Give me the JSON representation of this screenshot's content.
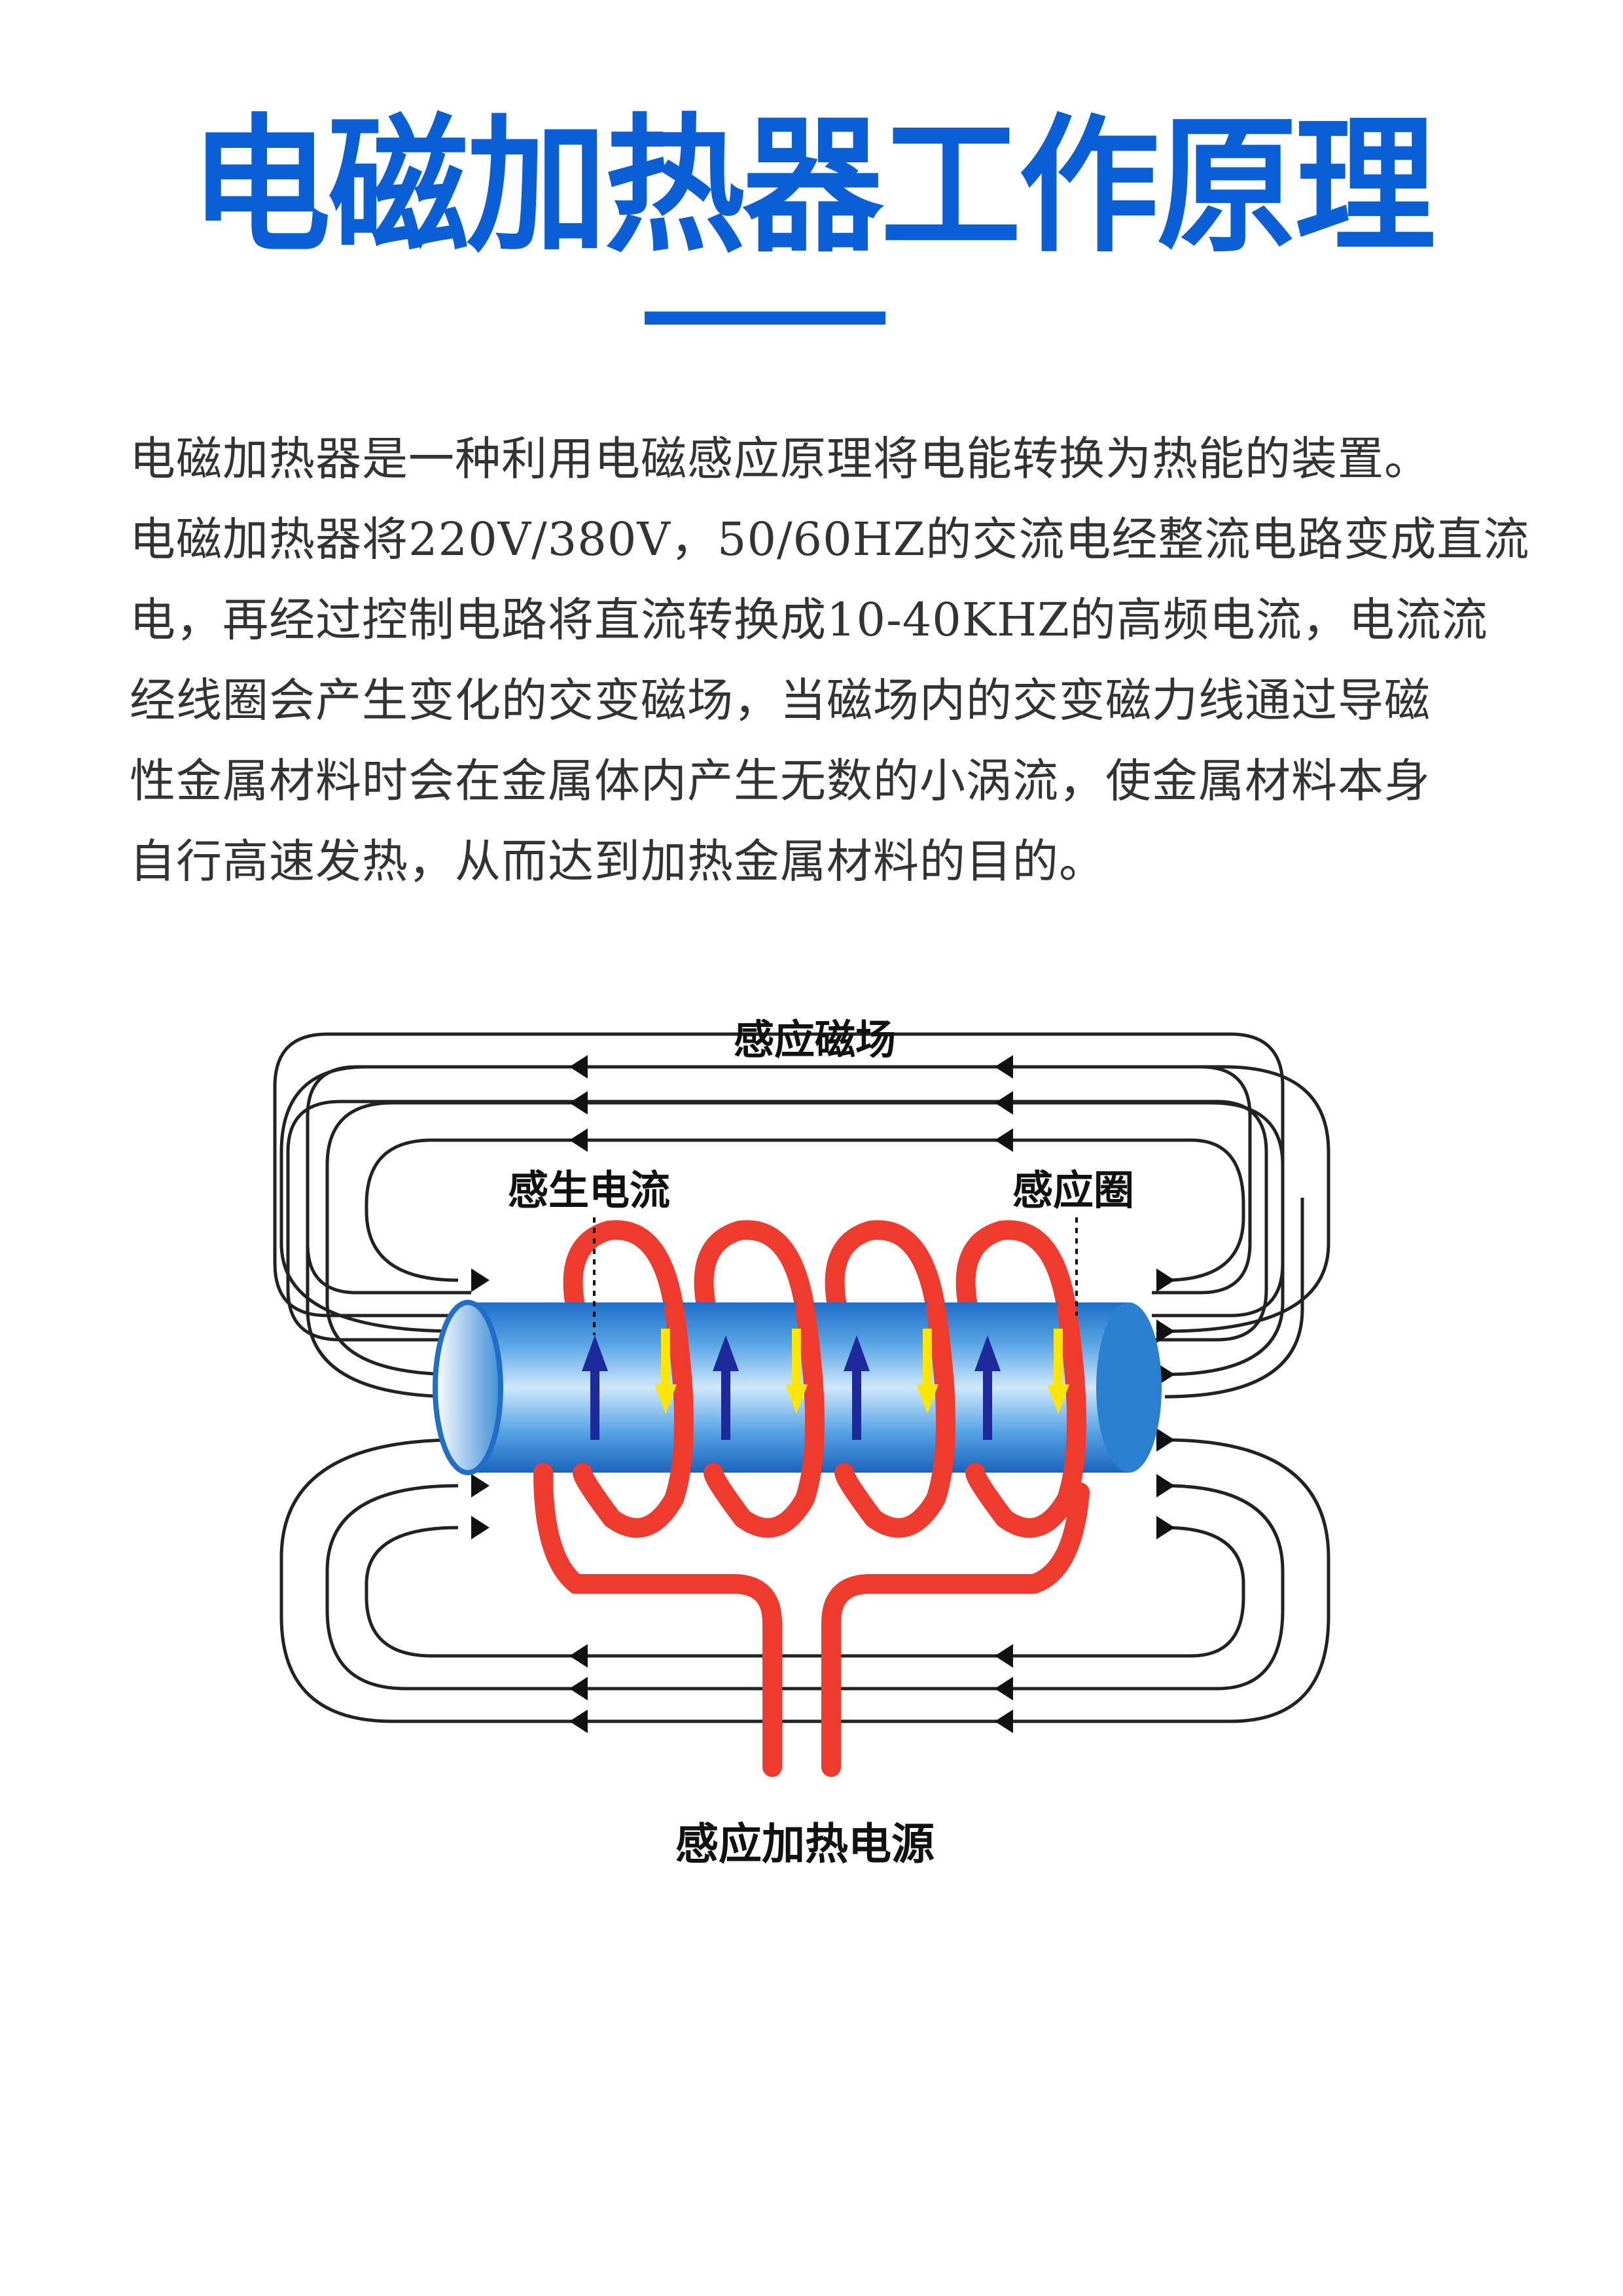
{
  "header": {
    "title": "电磁加热器工作原理",
    "accent_color": "#0a5fd6"
  },
  "intro": {
    "lines": [
      "电磁加热器是一种利用电磁感应原理将电能转换为热能的装置。",
      "电磁加热器将220V/380V，50/60HZ的交流电经整流电路变成直流",
      "电，再经过控制电路将直流转换成10-40KHZ的高频电流，电流流",
      "经线圈会产生变化的交变磁场，当磁场内的交变磁力线通过导磁",
      "性金属材料时会在金属体内产生无数的小涡流，使金属材料本身",
      "自行高速发热，从而达到加热金属材料的目的。"
    ]
  },
  "diagram": {
    "labels": {
      "magnetic_field": "感应磁场",
      "induced_current": "感生电流",
      "induction_coil": "感应圈",
      "power_supply": "感应加热电源"
    },
    "colors": {
      "coil": "#ef3b2d",
      "current_arrow": "#ffe600",
      "eddy_arrow": "#1e2a9c",
      "pipe": "#3a8fd8",
      "field_line": "#222222"
    }
  }
}
